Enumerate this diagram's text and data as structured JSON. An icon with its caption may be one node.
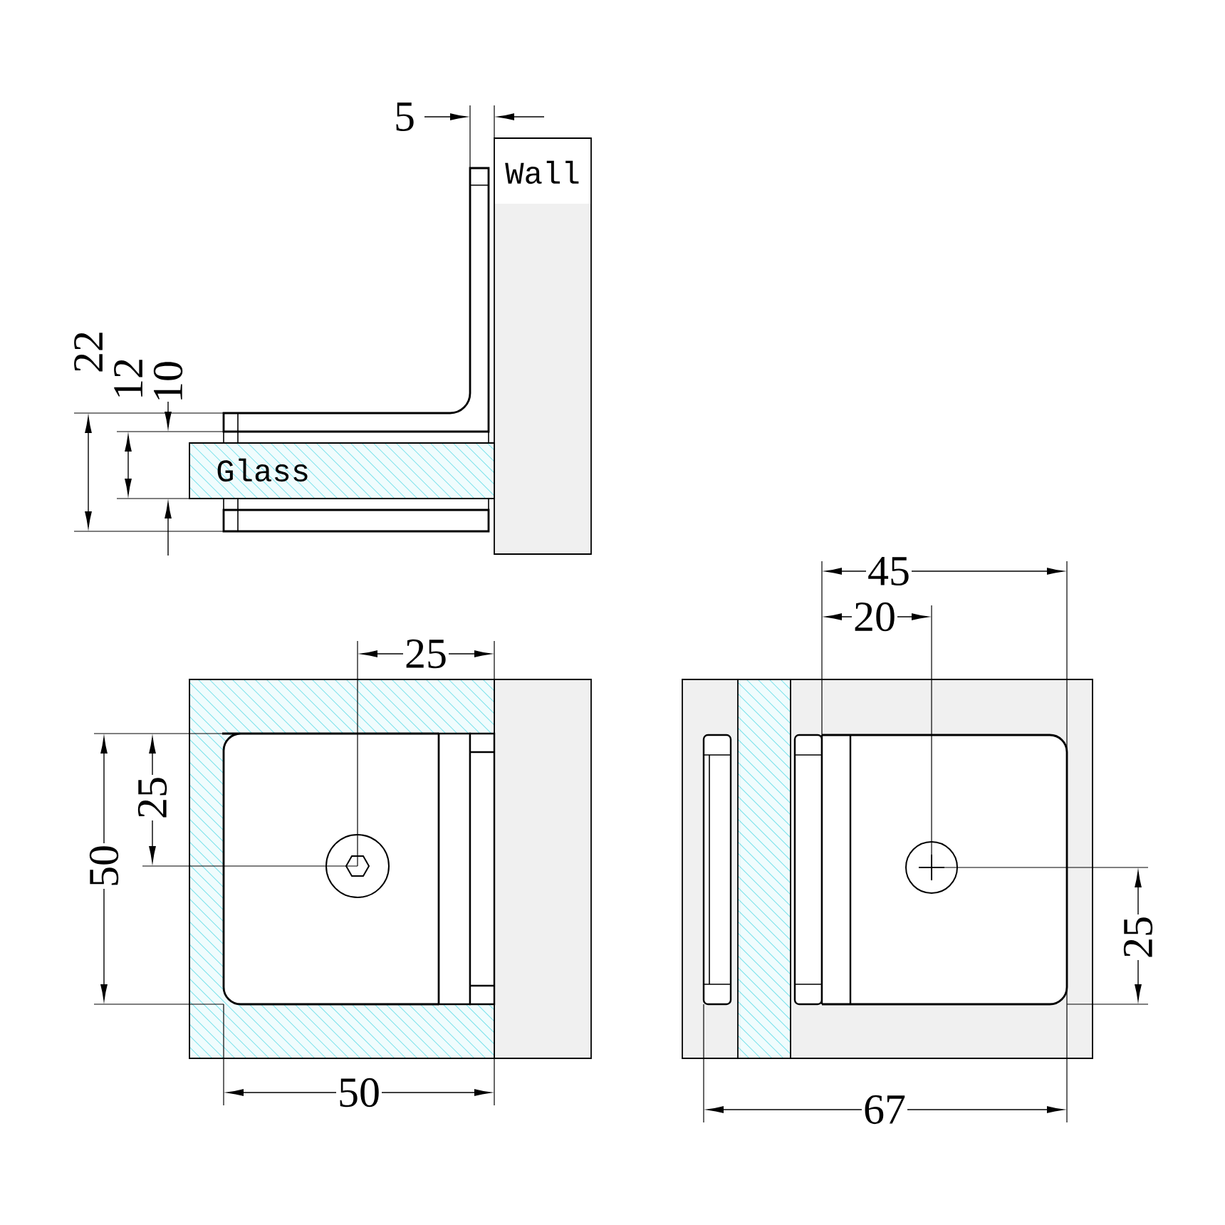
{
  "diagram": {
    "nodes": [
      {
        "text": [
          "Wall"
        ]
      },
      {
        "text": [
          "Glass"
        ]
      }
    ],
    "labels": [
      "5",
      "22",
      "12",
      "10",
      "25",
      "25",
      "50",
      "50",
      "45",
      "20",
      "25",
      "67"
    ]
  }
}
